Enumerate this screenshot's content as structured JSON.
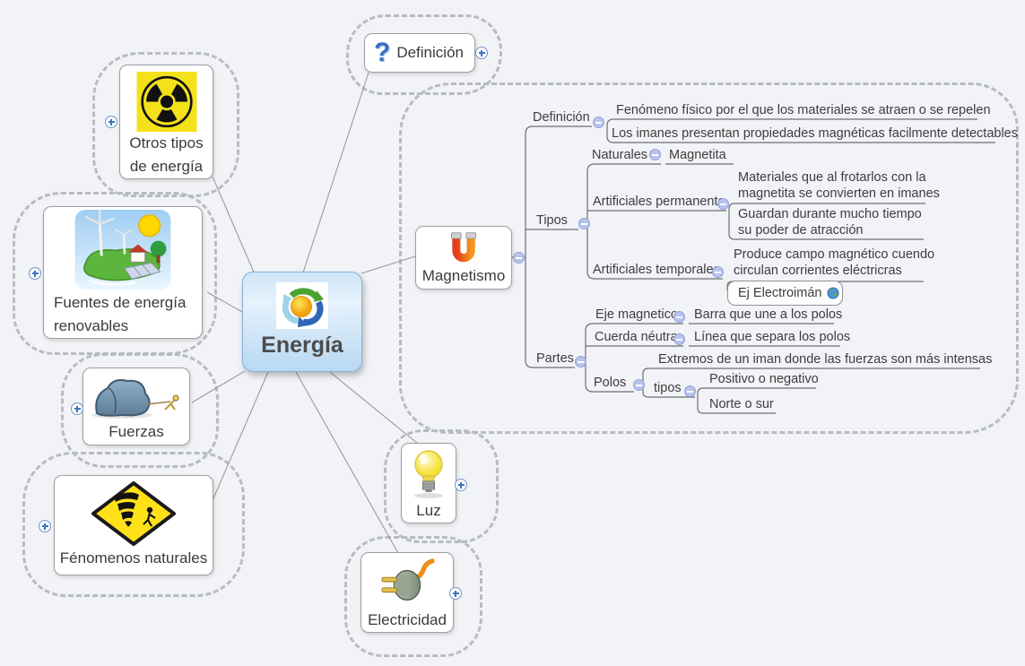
{
  "colors": {
    "background": "#f1f3f7",
    "cloud_border": "#b8bcc2",
    "node_border": "#9e9e9e",
    "tree_line": "#6e6e6e",
    "branch_line": "#9a9a9a",
    "accent_blue": "#3c74c0",
    "root_fill_top": "#cfe5f8",
    "root_fill_bottom": "#b7d8f2"
  },
  "root": {
    "label": "Energía",
    "icon": "energy-recycle-logo"
  },
  "topics": {
    "definicion": {
      "label": "Definición",
      "icon": "question-mark"
    },
    "magnetismo": {
      "label": "Magnetismo",
      "icon": "horseshoe-magnet"
    },
    "otros_tipos": {
      "line1": "Otros tipos",
      "line2": "de energía",
      "icon": "radiation-sign"
    },
    "fuentes": {
      "line1": "Fuentes de energía",
      "line2": "renovables",
      "icon": "renewable-landscape"
    },
    "fuerzas": {
      "label": "Fuerzas",
      "icon": "rock-pull"
    },
    "fenomenos": {
      "label": "Fénomenos naturales",
      "icon": "tornado-warning-sign"
    },
    "luz": {
      "label": "Luz",
      "icon": "light-bulb"
    },
    "electricidad": {
      "label": "Electricidad",
      "icon": "power-plug"
    }
  },
  "tree": {
    "definicion": {
      "label": "Definición",
      "items": [
        "Fenómeno físico por el que los materiales se atraen o se repelen",
        "Los imanes presentan propiedades magnéticas facilmente detectables"
      ]
    },
    "tipos": {
      "label": "Tipos",
      "naturales": {
        "label": "Naturales",
        "item": "Magnetita"
      },
      "artificiales_permanente": {
        "label": "Artificiales permanente",
        "item1_line1": "Materiales que al frotarlos con la",
        "item1_line2": "magnetita se convierten en imanes",
        "item2_line1": "Guardan durante mucho tiempo",
        "item2_line2": "su poder de atracción"
      },
      "artificiales_temporales": {
        "label": "Artificiales temporales",
        "item1_line1": "Produce campo magnético cuendo",
        "item1_line2": "circulan corrientes eléctricras",
        "item2": "Ej Electroimán"
      }
    },
    "partes": {
      "label": "Partes",
      "eje": {
        "label": "Eje magnetico",
        "item": "Barra que une a los polos"
      },
      "cuerda": {
        "label": "Cuerda néutra",
        "item": "Línea que separa los polos"
      },
      "polos": {
        "label": "Polos",
        "item": "Extremos de un iman donde las fuerzas son más intensas",
        "tipos": {
          "label": "tipos",
          "items": [
            "Positivo o negativo",
            "Norte o sur"
          ]
        }
      }
    }
  }
}
